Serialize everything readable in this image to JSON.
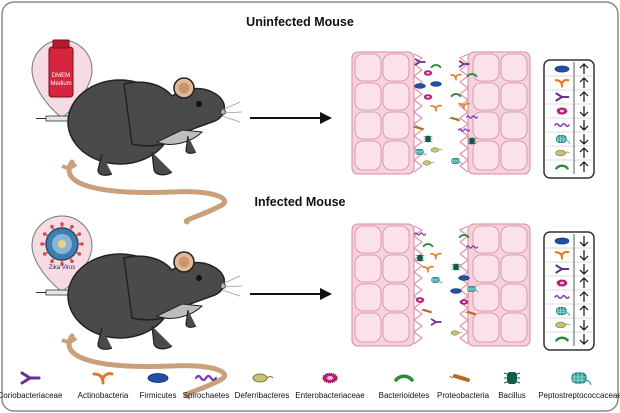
{
  "headings": {
    "uninfected": "Uninfected Mouse",
    "infected": "Infected Mouse"
  },
  "treatments": {
    "control_label_line1": "DMEM",
    "control_label_line2": "Medium",
    "infection_label": "Zika Virus"
  },
  "colors": {
    "mouse_body": "#4a4a4a",
    "mouse_tail": "#c9a07a",
    "tissue": "#f4b6c8",
    "vial_red": "#d6253c",
    "virus_blue": "#3f7fb0",
    "border": "#8a8a8a"
  },
  "legend": [
    {
      "label": "Coriobacteriaceae",
      "icon": "y-shaped-bacterium-icon",
      "color": "#6b2f8f"
    },
    {
      "label": "Actinobacteria",
      "icon": "branched-bacterium-icon",
      "color": "#e07b24"
    },
    {
      "label": "Firmicutes",
      "icon": "oval-bacterium-icon",
      "color": "#1f4fa8"
    },
    {
      "label": "Spirochaetes",
      "icon": "spiral-bacterium-icon",
      "color": "#7a3ab0"
    },
    {
      "label": "Deferribacteres",
      "icon": "flagellated-rod-icon",
      "color": "#7f7a2a"
    },
    {
      "label": "Enterobacteriaceae",
      "icon": "fringed-oval-icon",
      "color": "#c21b78"
    },
    {
      "label": "Bacterioidetes",
      "icon": "curved-rod-icon",
      "color": "#2e8a3a"
    },
    {
      "label": "Proteobacteria",
      "icon": "comma-rod-icon",
      "color": "#b86a1e"
    },
    {
      "label": "Bacillus",
      "icon": "spiked-rod-icon",
      "color": "#155a4a"
    },
    {
      "label": "Peptostreptococcaceae",
      "icon": "mesh-cell-icon",
      "color": "#2ea8a0"
    }
  ],
  "panels": {
    "uninfected": {
      "arrows": [
        "up",
        "up",
        "up",
        "down",
        "down",
        "down",
        "up",
        "up"
      ]
    },
    "infected": {
      "arrows": [
        "down",
        "down",
        "down",
        "up",
        "up",
        "up",
        "down",
        "down"
      ]
    }
  }
}
